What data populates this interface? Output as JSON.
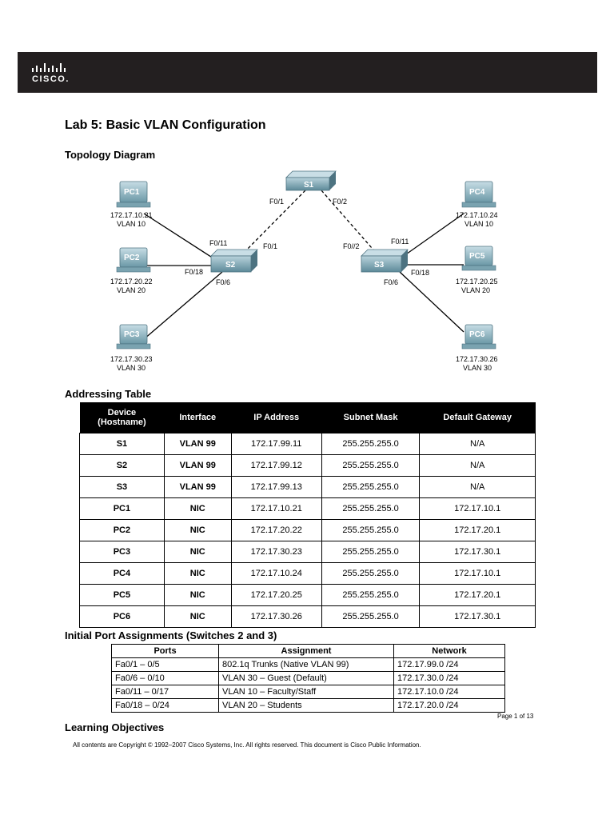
{
  "header": {
    "logo_text": "CISCO.",
    "bar_color": "#231f20"
  },
  "title": "Lab 5: Basic VLAN Configuration",
  "topology": {
    "heading": "Topology Diagram",
    "switches": [
      {
        "label": "S1"
      },
      {
        "label": "S2"
      },
      {
        "label": "S3"
      }
    ],
    "pcs": [
      {
        "label": "PC1",
        "ip": "172.17.10.21",
        "vlan": "VLAN 10"
      },
      {
        "label": "PC2",
        "ip": "172.17.20.22",
        "vlan": "VLAN 20"
      },
      {
        "label": "PC3",
        "ip": "172.17.30.23",
        "vlan": "VLAN 30"
      },
      {
        "label": "PC4",
        "ip": "172.17.10.24",
        "vlan": "VLAN 10"
      },
      {
        "label": "PC5",
        "ip": "172.17.20.25",
        "vlan": "VLAN 20"
      },
      {
        "label": "PC6",
        "ip": "172.17.30.26",
        "vlan": "VLAN 30"
      }
    ],
    "ports": {
      "s1_f01": "F0/1",
      "s1_f02": "F0/2",
      "s2_f011": "F0/11",
      "s2_f01": "F0/1",
      "s2_f018": "F0/18",
      "s2_f06": "F0/6",
      "s3_f02": "F0//2",
      "s3_f011": "F0/11",
      "s3_f018": "F0/18",
      "s3_f06": "F0/6"
    }
  },
  "addressing": {
    "heading": "Addressing Table",
    "headers": [
      "Device\n(Hostname)",
      "Interface",
      "IP Address",
      "Subnet Mask",
      "Default Gateway"
    ],
    "header_line1": "Device",
    "header_line2": "(Hostname)",
    "rows": [
      [
        "S1",
        "VLAN 99",
        "172.17.99.11",
        "255.255.255.0",
        "N/A"
      ],
      [
        "S2",
        "VLAN 99",
        "172.17.99.12",
        "255.255.255.0",
        "N/A"
      ],
      [
        "S3",
        "VLAN 99",
        "172.17.99.13",
        "255.255.255.0",
        "N/A"
      ],
      [
        "PC1",
        "NIC",
        "172.17.10.21",
        "255.255.255.0",
        "172.17.10.1"
      ],
      [
        "PC2",
        "NIC",
        "172.17.20.22",
        "255.255.255.0",
        "172.17.20.1"
      ],
      [
        "PC3",
        "NIC",
        "172.17.30.23",
        "255.255.255.0",
        "172.17.30.1"
      ],
      [
        "PC4",
        "NIC",
        "172.17.10.24",
        "255.255.255.0",
        "172.17.10.1"
      ],
      [
        "PC5",
        "NIC",
        "172.17.20.25",
        "255.255.255.0",
        "172.17.20.1"
      ],
      [
        "PC6",
        "NIC",
        "172.17.30.26",
        "255.255.255.0",
        "172.17.30.1"
      ]
    ]
  },
  "ports_table": {
    "heading": "Initial Port Assignments (Switches 2 and 3)",
    "headers": [
      "Ports",
      "Assignment",
      "Network"
    ],
    "rows": [
      [
        "Fa0/1 – 0/5",
        "802.1q Trunks (Native VLAN 99)",
        "172.17.99.0 /24"
      ],
      [
        "Fa0/6 – 0/10",
        "VLAN 30 – Guest (Default)",
        "172.17.30.0 /24"
      ],
      [
        "Fa0/11 – 0/17",
        "VLAN 10 – Faculty/Staff",
        "172.17.10.0 /24"
      ],
      [
        "Fa0/18 – 0/24",
        "VLAN 20 – Students",
        "172.17.20.0 /24"
      ]
    ]
  },
  "objectives_heading": "Learning Objectives",
  "page_number": "Page 1 of 13",
  "footer": "All contents are Copyright © 1992–2007 Cisco Systems, Inc. All rights reserved. This document is Cisco Public Information."
}
